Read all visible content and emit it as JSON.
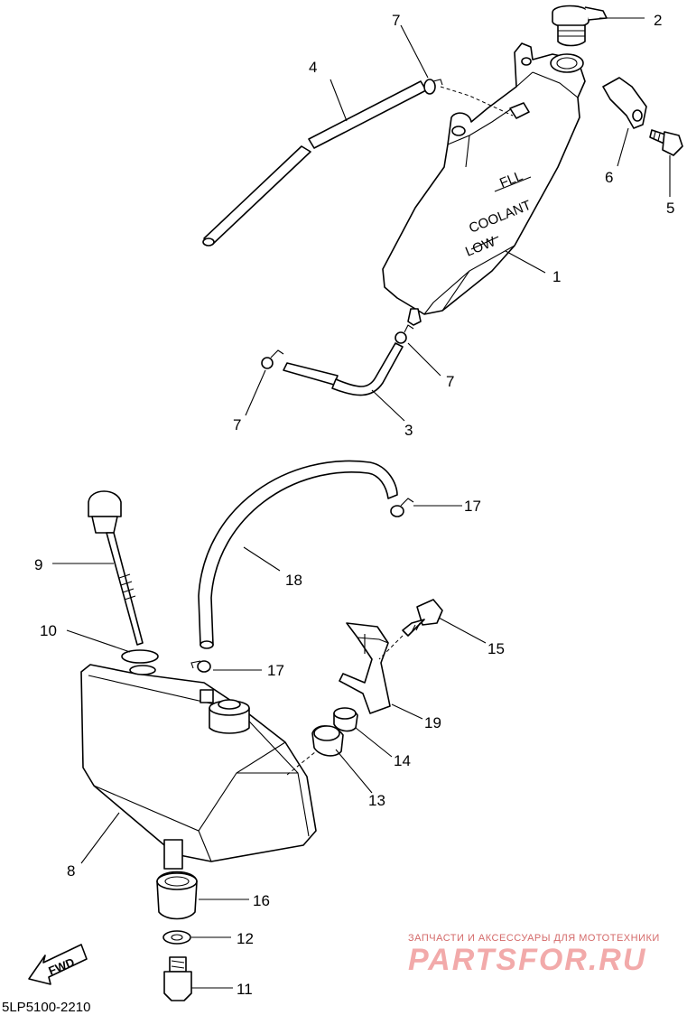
{
  "tank_label": {
    "full": "FLL",
    "coolant": "COOLANT",
    "low": "LOW"
  },
  "callouts": {
    "c1": "1",
    "c2": "2",
    "c3": "3",
    "c4": "4",
    "c5": "5",
    "c6": "6",
    "c7a": "7",
    "c7b": "7",
    "c7c": "7",
    "c8": "8",
    "c9": "9",
    "c10": "10",
    "c11": "11",
    "c12": "12",
    "c13": "13",
    "c14": "14",
    "c15": "15",
    "c16": "16",
    "c17a": "17",
    "c17b": "17",
    "c18": "18",
    "c19": "19"
  },
  "fwd_label": "FWD",
  "reference_code": "5LP5100-2210",
  "watermark": {
    "tagline": "ЗАПЧАСТИ И АКСЕССУАРЫ ДЛЯ МОТОТЕХНИКИ",
    "brand": "PARTSFOR.RU",
    "color": "#e88a8a"
  }
}
